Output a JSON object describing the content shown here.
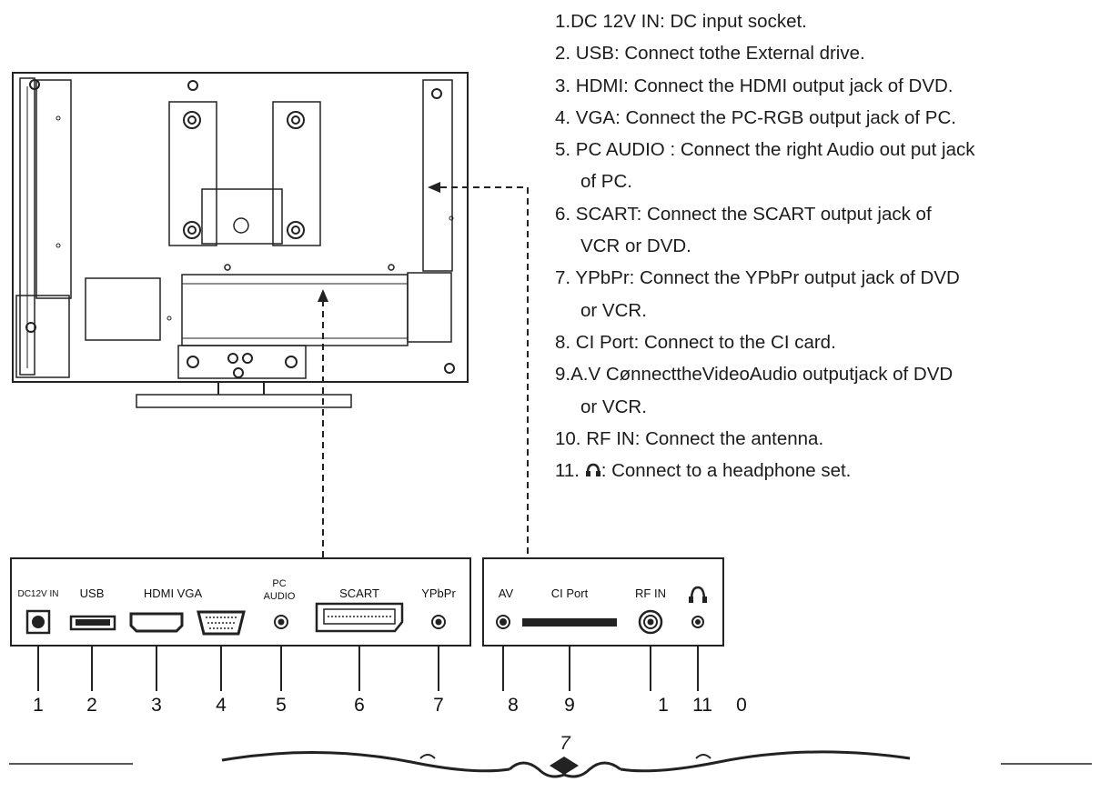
{
  "descriptions": {
    "l1": "1.DC 12V IN: DC input socket.",
    "l2": "2. USB: Connect tothe External drive.",
    "l3": "3. HDMI: Connect the HDMI output jack of DVD.",
    "l4": "4. VGA: Connect the PC-RGB output jack of PC.",
    "l5a": "5. PC AUDIO : Connect the right Audio out put jack",
    "l5b": "of PC.",
    "l6a": "6. SCART: Connect the SCART output jack of",
    "l6b": "VCR or DVD.",
    "l7a": "7. YPbPr: Connect the YPbPr output jack of DVD",
    "l7b": "or VCR.",
    "l8": "8. CI Port: Connect to the CI card.",
    "l9a": "9.A.V CønnecttheVideoAudio outputjack of DVD",
    "l9b": "or VCR.",
    "l10": "10. RF IN: Connect the antenna.",
    "l11_num": "11.",
    "l11_text": ": Connect to a headphone set."
  },
  "ports": {
    "dc": "DC12V IN",
    "usb": "USB",
    "hdmi_vga": "HDMI VGA",
    "pc": "PC",
    "audio": "AUDIO",
    "scart": "SCART",
    "ypbpr": "YPbPr",
    "av": "AV",
    "ci": "CI Port",
    "rf": "RF IN"
  },
  "numbers": [
    "1",
    "2",
    "3",
    "4",
    "5",
    "6",
    "7",
    "8",
    "9",
    "1",
    "11",
    "0"
  ],
  "page_number": "7",
  "icons": {
    "headphone": "headphone-icon"
  }
}
